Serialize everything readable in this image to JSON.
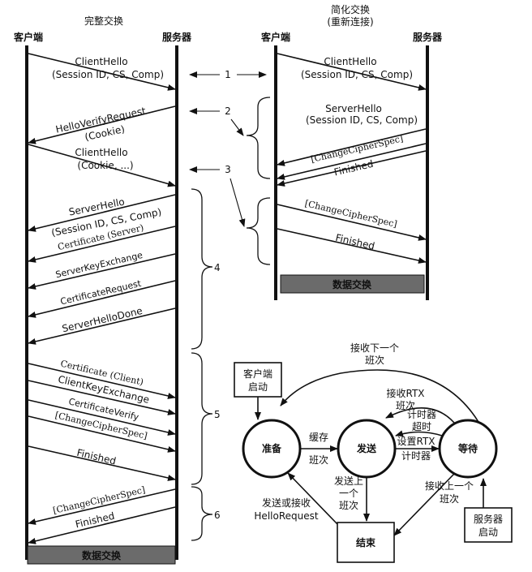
{
  "full": {
    "title": "完整交换",
    "client": "客户端",
    "server": "服务器",
    "messages": [
      {
        "lines": [
          "ClientHello",
          "(Session ID, CS, Comp)"
        ]
      },
      {
        "lines": [
          "HelloVerifyRequest",
          "(Cookie)"
        ]
      },
      {
        "lines": [
          "ClientHello",
          "(Cookie, ...)"
        ]
      },
      {
        "lines": [
          "ServerHello",
          "(Session ID, CS, Comp)"
        ]
      },
      {
        "lines": [
          "Certificate (Server)"
        ]
      },
      {
        "lines": [
          "ServerKeyExchange"
        ]
      },
      {
        "lines": [
          "CertificateRequest"
        ]
      },
      {
        "lines": [
          "ServerHelloDone"
        ]
      },
      {
        "lines": [
          "Certificate (Client)"
        ]
      },
      {
        "lines": [
          "ClientKeyExchange"
        ]
      },
      {
        "lines": [
          "CertificateVerify"
        ]
      },
      {
        "lines": [
          "[ChangeCipherSpec]"
        ]
      },
      {
        "lines": [
          "Finished"
        ]
      },
      {
        "lines": [
          "[ChangeCipherSpec]"
        ]
      },
      {
        "lines": [
          "Finished"
        ]
      }
    ],
    "data_bar": "数据交换"
  },
  "abbrev": {
    "title": "简化交换",
    "subtitle": "(重新连接)",
    "client": "客户端",
    "server": "服务器",
    "messages": [
      {
        "lines": [
          "ClientHello",
          "(Session ID, CS, Comp)"
        ]
      },
      {
        "lines": [
          "ServerHello",
          "(Session ID, CS, Comp)"
        ]
      },
      {
        "lines": [
          "[ChangeCipherSpec]"
        ]
      },
      {
        "lines": [
          "Finished"
        ]
      },
      {
        "lines": [
          "[ChangeCipherSpec]"
        ]
      },
      {
        "lines": [
          "Finished"
        ]
      }
    ],
    "data_bar": "数据交换"
  },
  "flights": [
    "1",
    "2",
    "3",
    "4",
    "5",
    "6"
  ],
  "state_machine": {
    "states": {
      "prepare": "准备",
      "send": "发送",
      "wait": "等待",
      "end": "结束"
    },
    "client_start": [
      "客户端",
      "启动"
    ],
    "server_start": [
      "服务器",
      "启动"
    ],
    "labels": {
      "receive_next": [
        "接收下一个",
        "班次"
      ],
      "buffer": [
        "缓存",
        "班次"
      ],
      "receive_rtx": [
        "接收RTX",
        "班次"
      ],
      "timer_expire": [
        "计时器",
        "超时"
      ],
      "set_rtx": [
        "设置RTX",
        "计时器"
      ],
      "send_last": [
        "发送上",
        "一个",
        "班次"
      ],
      "receive_last": [
        "接收上一个",
        "班次"
      ],
      "send_or_receive": [
        "发送或接收",
        "HelloRequest"
      ]
    }
  }
}
